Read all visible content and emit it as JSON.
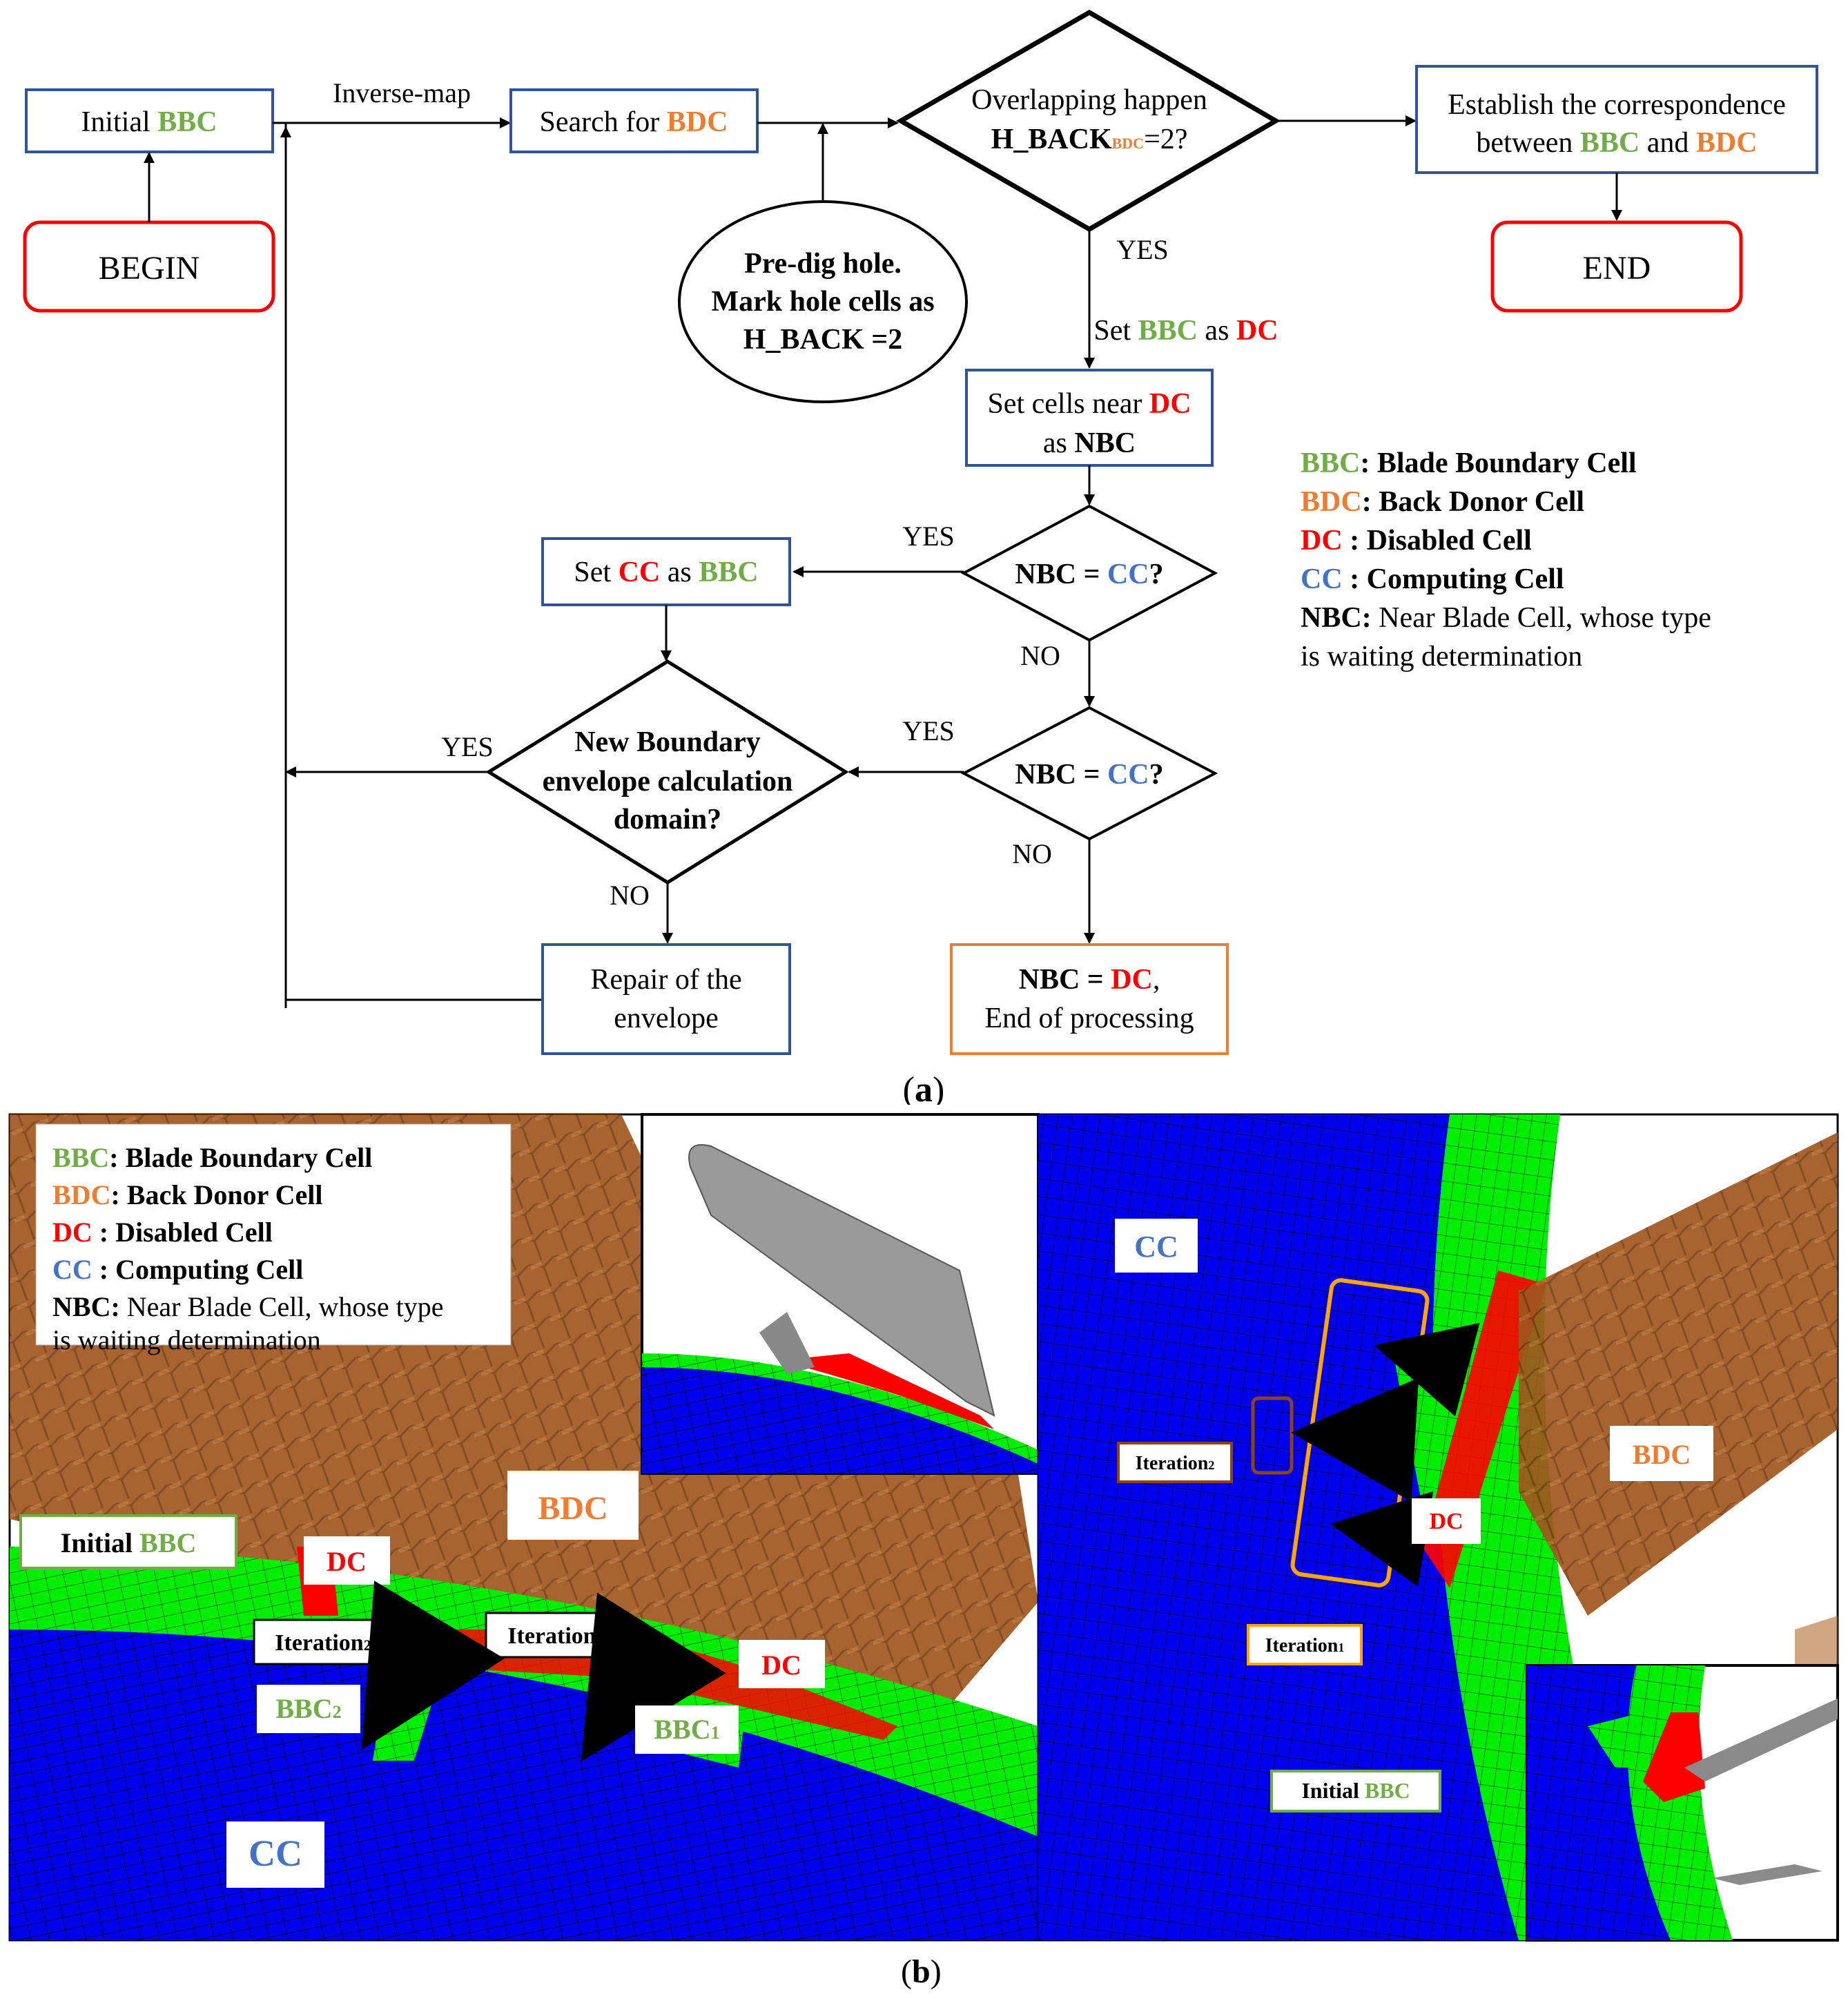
{
  "flowchart": {
    "initial_bbc": [
      "Initial ",
      "BBC"
    ],
    "begin": "BEGIN",
    "inverse_map": "Inverse-map",
    "search_bdc": [
      "Search  for ",
      "BDC"
    ],
    "overlap_q": [
      "Overlapping  happen",
      "H_BACK",
      "BDC",
      "=2?"
    ],
    "establish": [
      "Establish  the correspondence",
      "between ",
      "BBC",
      " and ",
      "BDC"
    ],
    "end": "END",
    "predig": [
      "Pre-dig hole.",
      "Mark hole cells as",
      "H_BACK =2"
    ],
    "yes1": "YES",
    "set_bbc_dc": [
      "Set ",
      "BBC",
      " as ",
      "DC"
    ],
    "set_near_dc": [
      "Set cells near ",
      "DC",
      "as ",
      "NBC"
    ],
    "yes2": "YES",
    "set_cc_bbc": [
      "Set ",
      "CC",
      " as ",
      "BBC"
    ],
    "nbc_cc_1": [
      "NBC = ",
      "CC",
      "?"
    ],
    "no1": "NO",
    "yes3": "YES",
    "yes4": "YES",
    "new_boundary": [
      "New Boundary",
      "envelope calculation",
      "domain?"
    ],
    "nbc_cc_2": [
      "NBC = ",
      "CC",
      "?"
    ],
    "no2": "NO",
    "no3": "NO",
    "repair": [
      "Repair  of the",
      "envelope"
    ],
    "nbc_dc": [
      "NBC = ",
      "DC",
      ",",
      "End of processing"
    ]
  },
  "legend": [
    {
      "abbr": "BBC",
      "sep": ": ",
      "text": "Blade Boundary Cell",
      "color": "#70ad47"
    },
    {
      "abbr": "BDC",
      "sep": ": ",
      "text": "Back Donor Cell",
      "color": "#ed7d31"
    },
    {
      "abbr": "DC",
      "sep": "  :  ",
      "text": "Disabled Cell",
      "color": "#ff0000"
    },
    {
      "abbr": "CC",
      "sep": "  :  ",
      "text": "Computing Cell",
      "color": "#4472c4"
    }
  ],
  "legend_nbc": [
    "NBC:",
    " Near Blade Cell, whose type",
    "is waiting  determination"
  ],
  "caption_a": [
    "(",
    "a",
    ")"
  ],
  "caption_b": [
    "(",
    "b",
    ")"
  ],
  "panel_b": {
    "initial_bbc": [
      "Initial ",
      "BBC"
    ],
    "bdc": "BDC",
    "dc1": "DC",
    "dc2": "DC",
    "iteration2": [
      "Iteration",
      "2"
    ],
    "iteration1": [
      "Iteration",
      "1"
    ],
    "bbc2": [
      "BBC",
      "2"
    ],
    "bbc1": [
      "BBC",
      "1"
    ],
    "cc": "CC",
    "right_cc": "CC",
    "right_bdc": "BDC",
    "right_dc": "DC",
    "right_iteration2": [
      "Iteration",
      "2"
    ],
    "right_iteration1": [
      "Iteration",
      "1"
    ],
    "right_initial_bbc": [
      "Initial ",
      "BBC"
    ]
  },
  "colors": {
    "bbc": "#70ad47",
    "bdc": "#ed7d31",
    "dc": "#ff0000",
    "cc": "#4472c4",
    "box_blue": "#2f5597",
    "begin_red": "#ff0000",
    "nbc_box": "#ed7d31",
    "mesh_blue": "#0000ff",
    "mesh_green": "#00ee00",
    "brown": "#a0561e"
  }
}
